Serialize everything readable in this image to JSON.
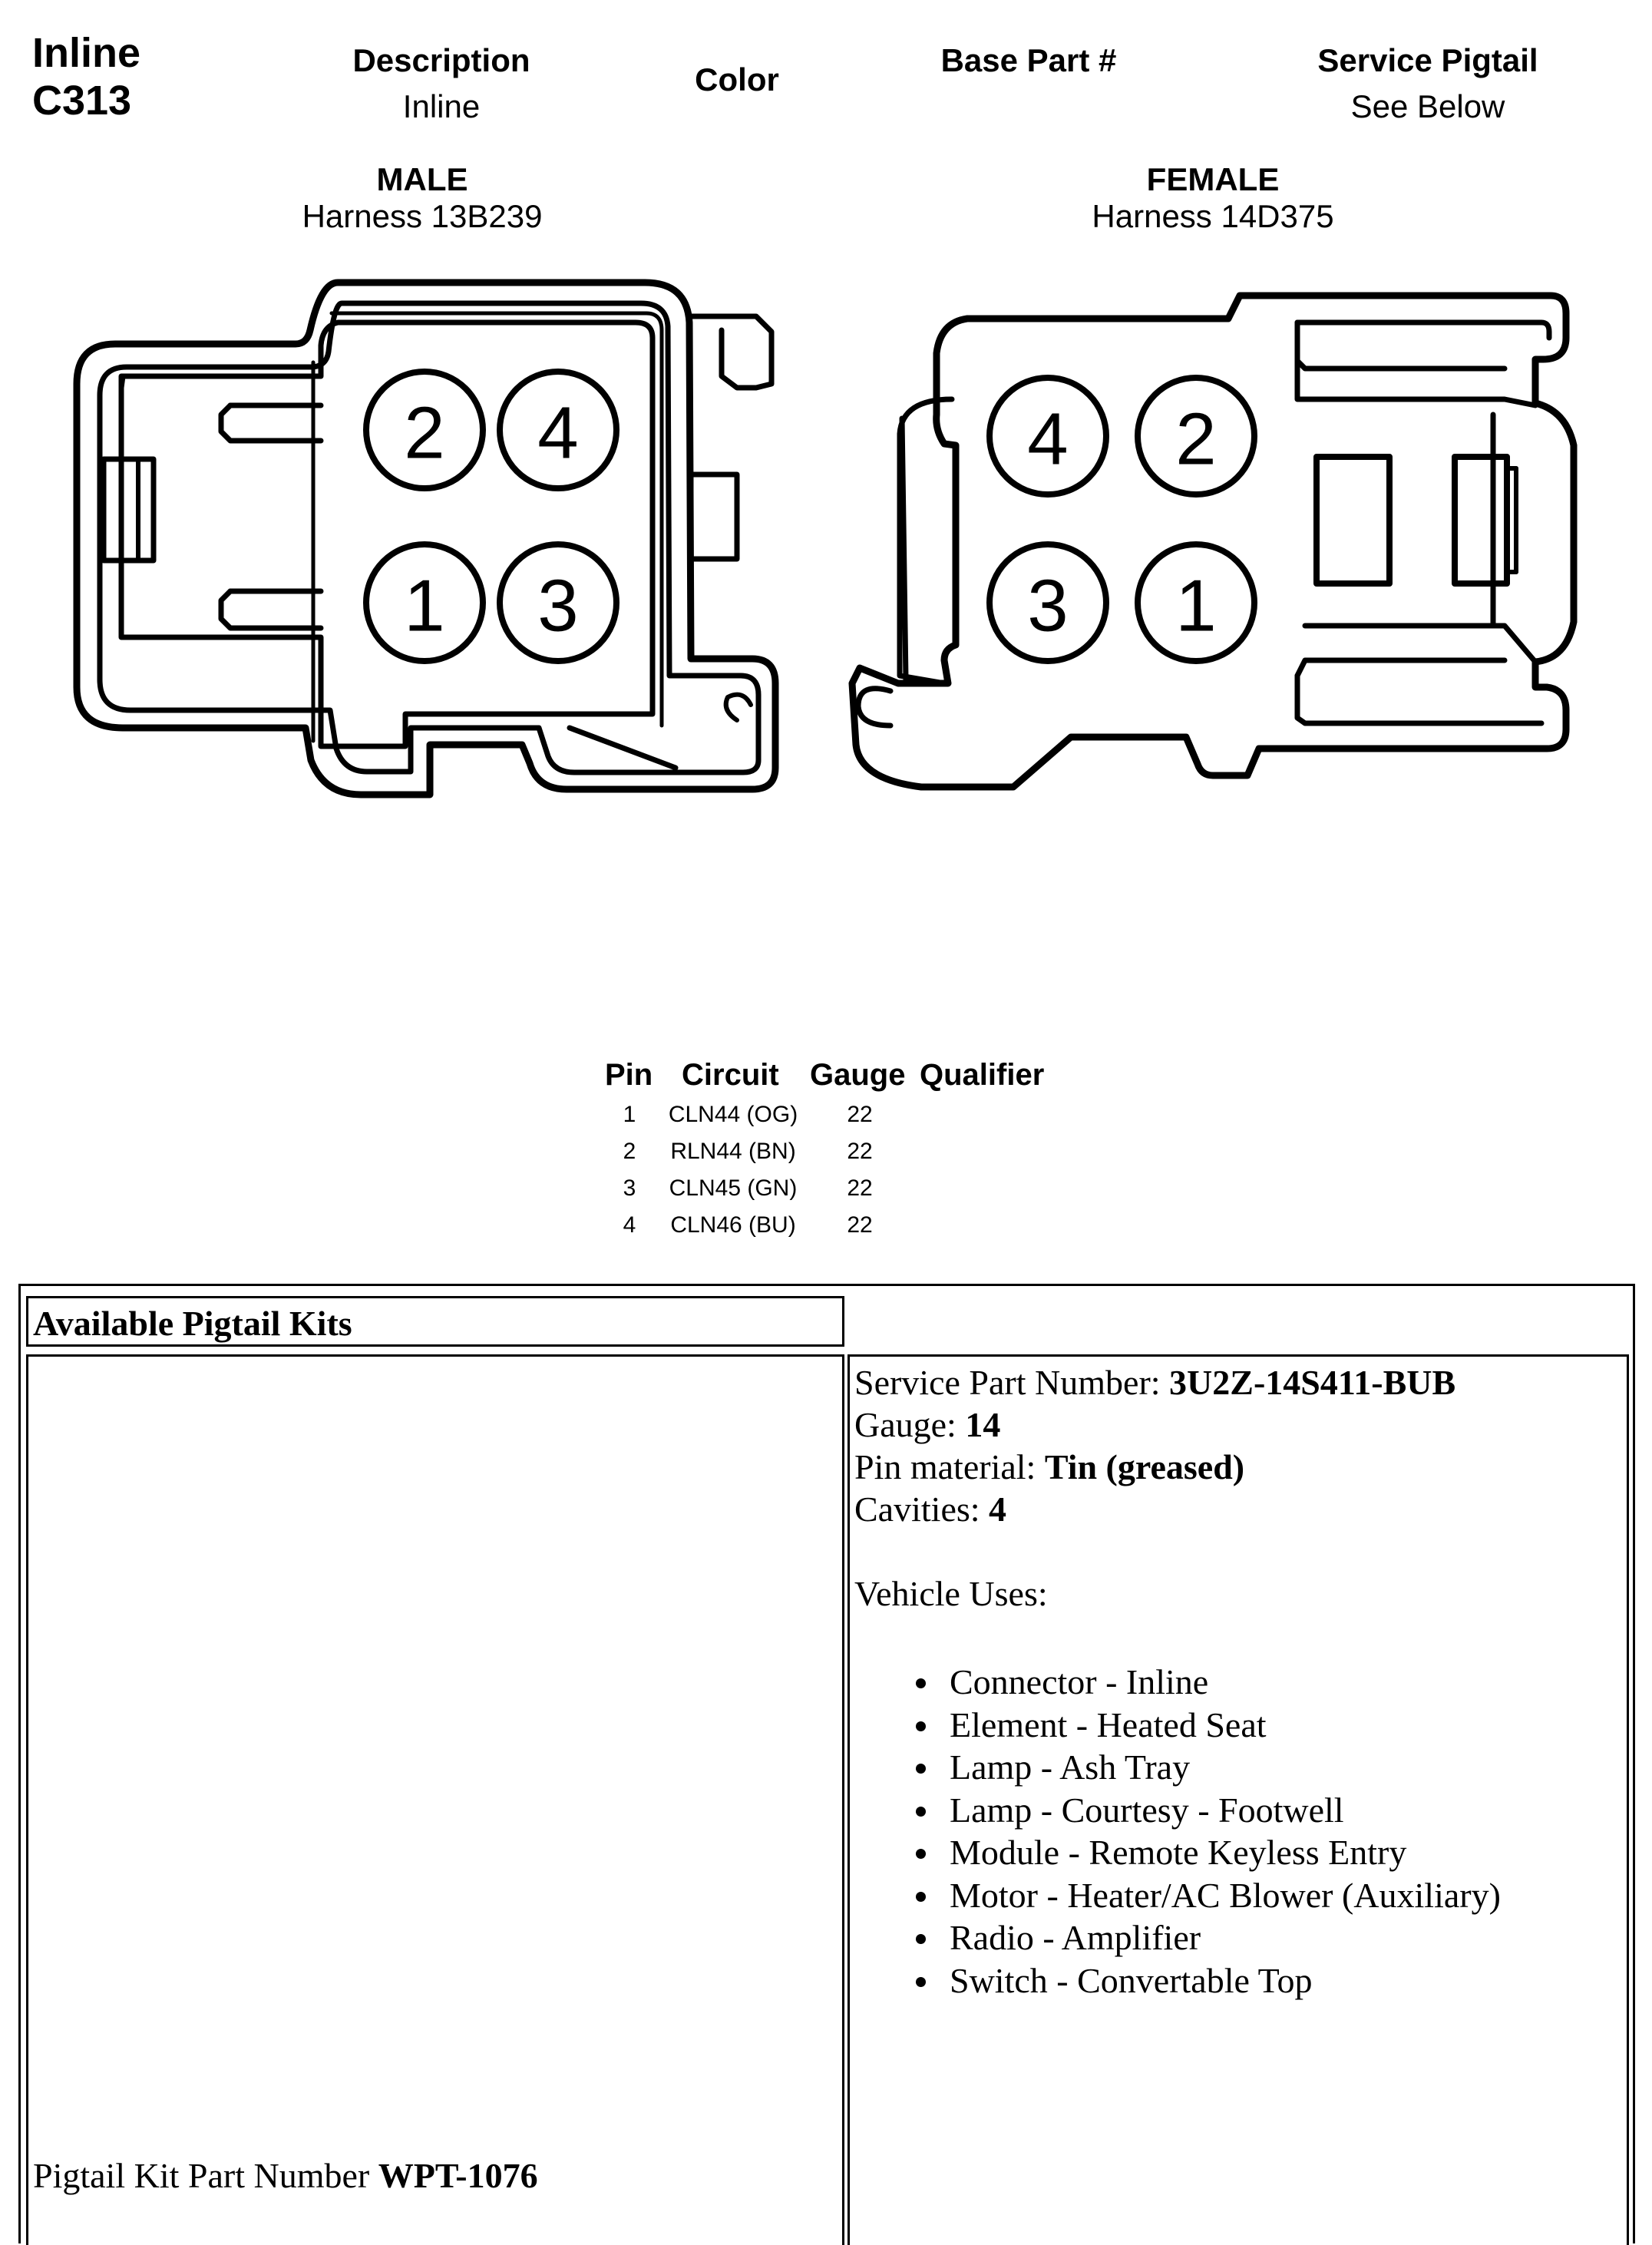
{
  "header": {
    "title_line1": "Inline",
    "title_line2": "C313",
    "description_label": "Description",
    "description_value": "Inline",
    "color_label": "Color",
    "base_part_label": "Base Part #",
    "service_pigtail_label": "Service Pigtail",
    "service_pigtail_value": "See Below"
  },
  "male": {
    "label": "MALE",
    "harness": "Harness  13B239",
    "pins": [
      "2",
      "4",
      "1",
      "3"
    ]
  },
  "female": {
    "label": "FEMALE",
    "harness": "Harness  14D375",
    "pins": [
      "4",
      "2",
      "3",
      "1"
    ]
  },
  "pin_table": {
    "headers": [
      "Pin",
      "Circuit",
      "Gauge",
      "Qualifier"
    ],
    "rows": [
      {
        "pin": "1",
        "circuit": "CLN44 (OG)",
        "gauge": "22"
      },
      {
        "pin": "2",
        "circuit": "RLN44 (BN)",
        "gauge": "22"
      },
      {
        "pin": "3",
        "circuit": "CLN45 (GN)",
        "gauge": "22"
      },
      {
        "pin": "4",
        "circuit": "CLN46 (BU)",
        "gauge": "22"
      }
    ]
  },
  "kits": {
    "heading": "Available Pigtail Kits",
    "service_part_label": "Service Part Number: ",
    "service_part_value": "3U2Z-14S411-BUB",
    "gauge_label": "Gauge: ",
    "gauge_value": "14",
    "pin_material_label": "Pin material: ",
    "pin_material_value": "Tin (greased)",
    "cavities_label": "Cavities: ",
    "cavities_value": "4",
    "vehicle_uses_label": "Vehicle Uses:",
    "vehicle_uses": [
      "Connector - Inline",
      "Element - Heated Seat",
      "Lamp - Ash Tray",
      "Lamp - Courtesy - Footwell",
      "Module - Remote Keyless Entry",
      "Motor - Heater/AC Blower (Auxiliary)",
      "Radio - Amplifier",
      "Switch - Convertable Top"
    ],
    "kit_part_label": "Pigtail Kit Part Number ",
    "kit_part_value": "WPT-1076"
  }
}
